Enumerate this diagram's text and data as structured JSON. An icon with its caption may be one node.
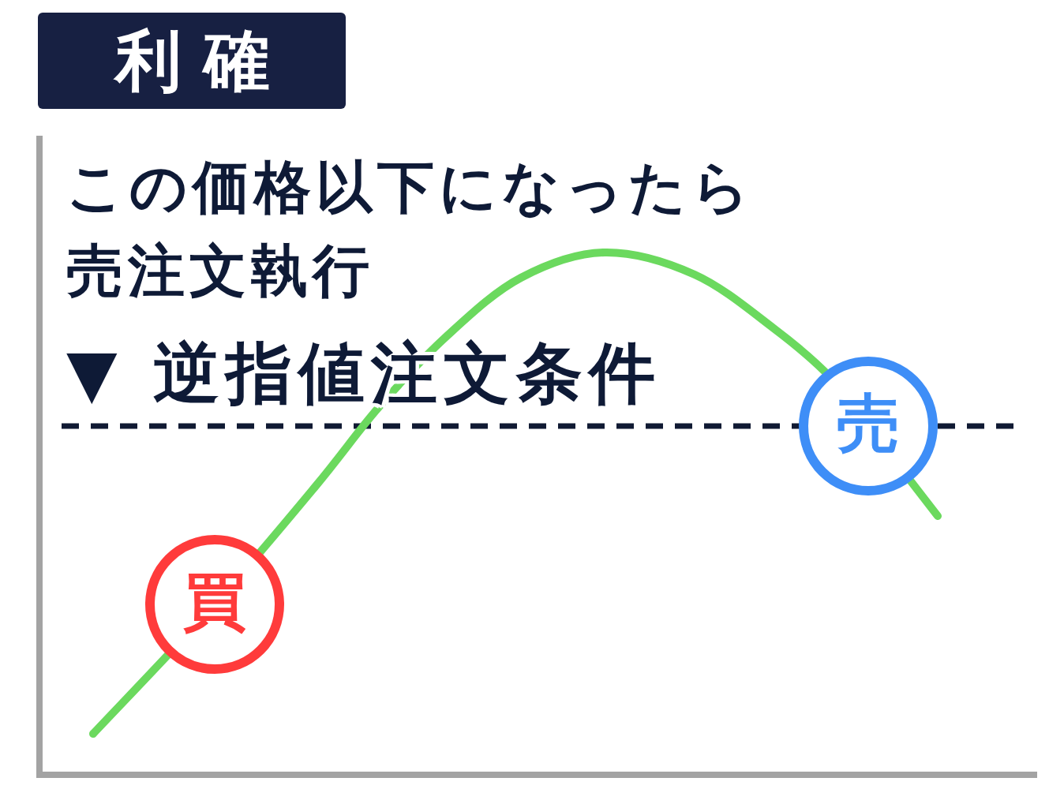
{
  "diagram": {
    "title": "利確",
    "nodes": [
      {
        "text": [
          "買"
        ]
      },
      {
        "text": [
          "売"
        ]
      }
    ],
    "labels": [
      "この価格以下になったら売注文執行",
      "▼ 逆指値注文条件"
    ]
  }
}
